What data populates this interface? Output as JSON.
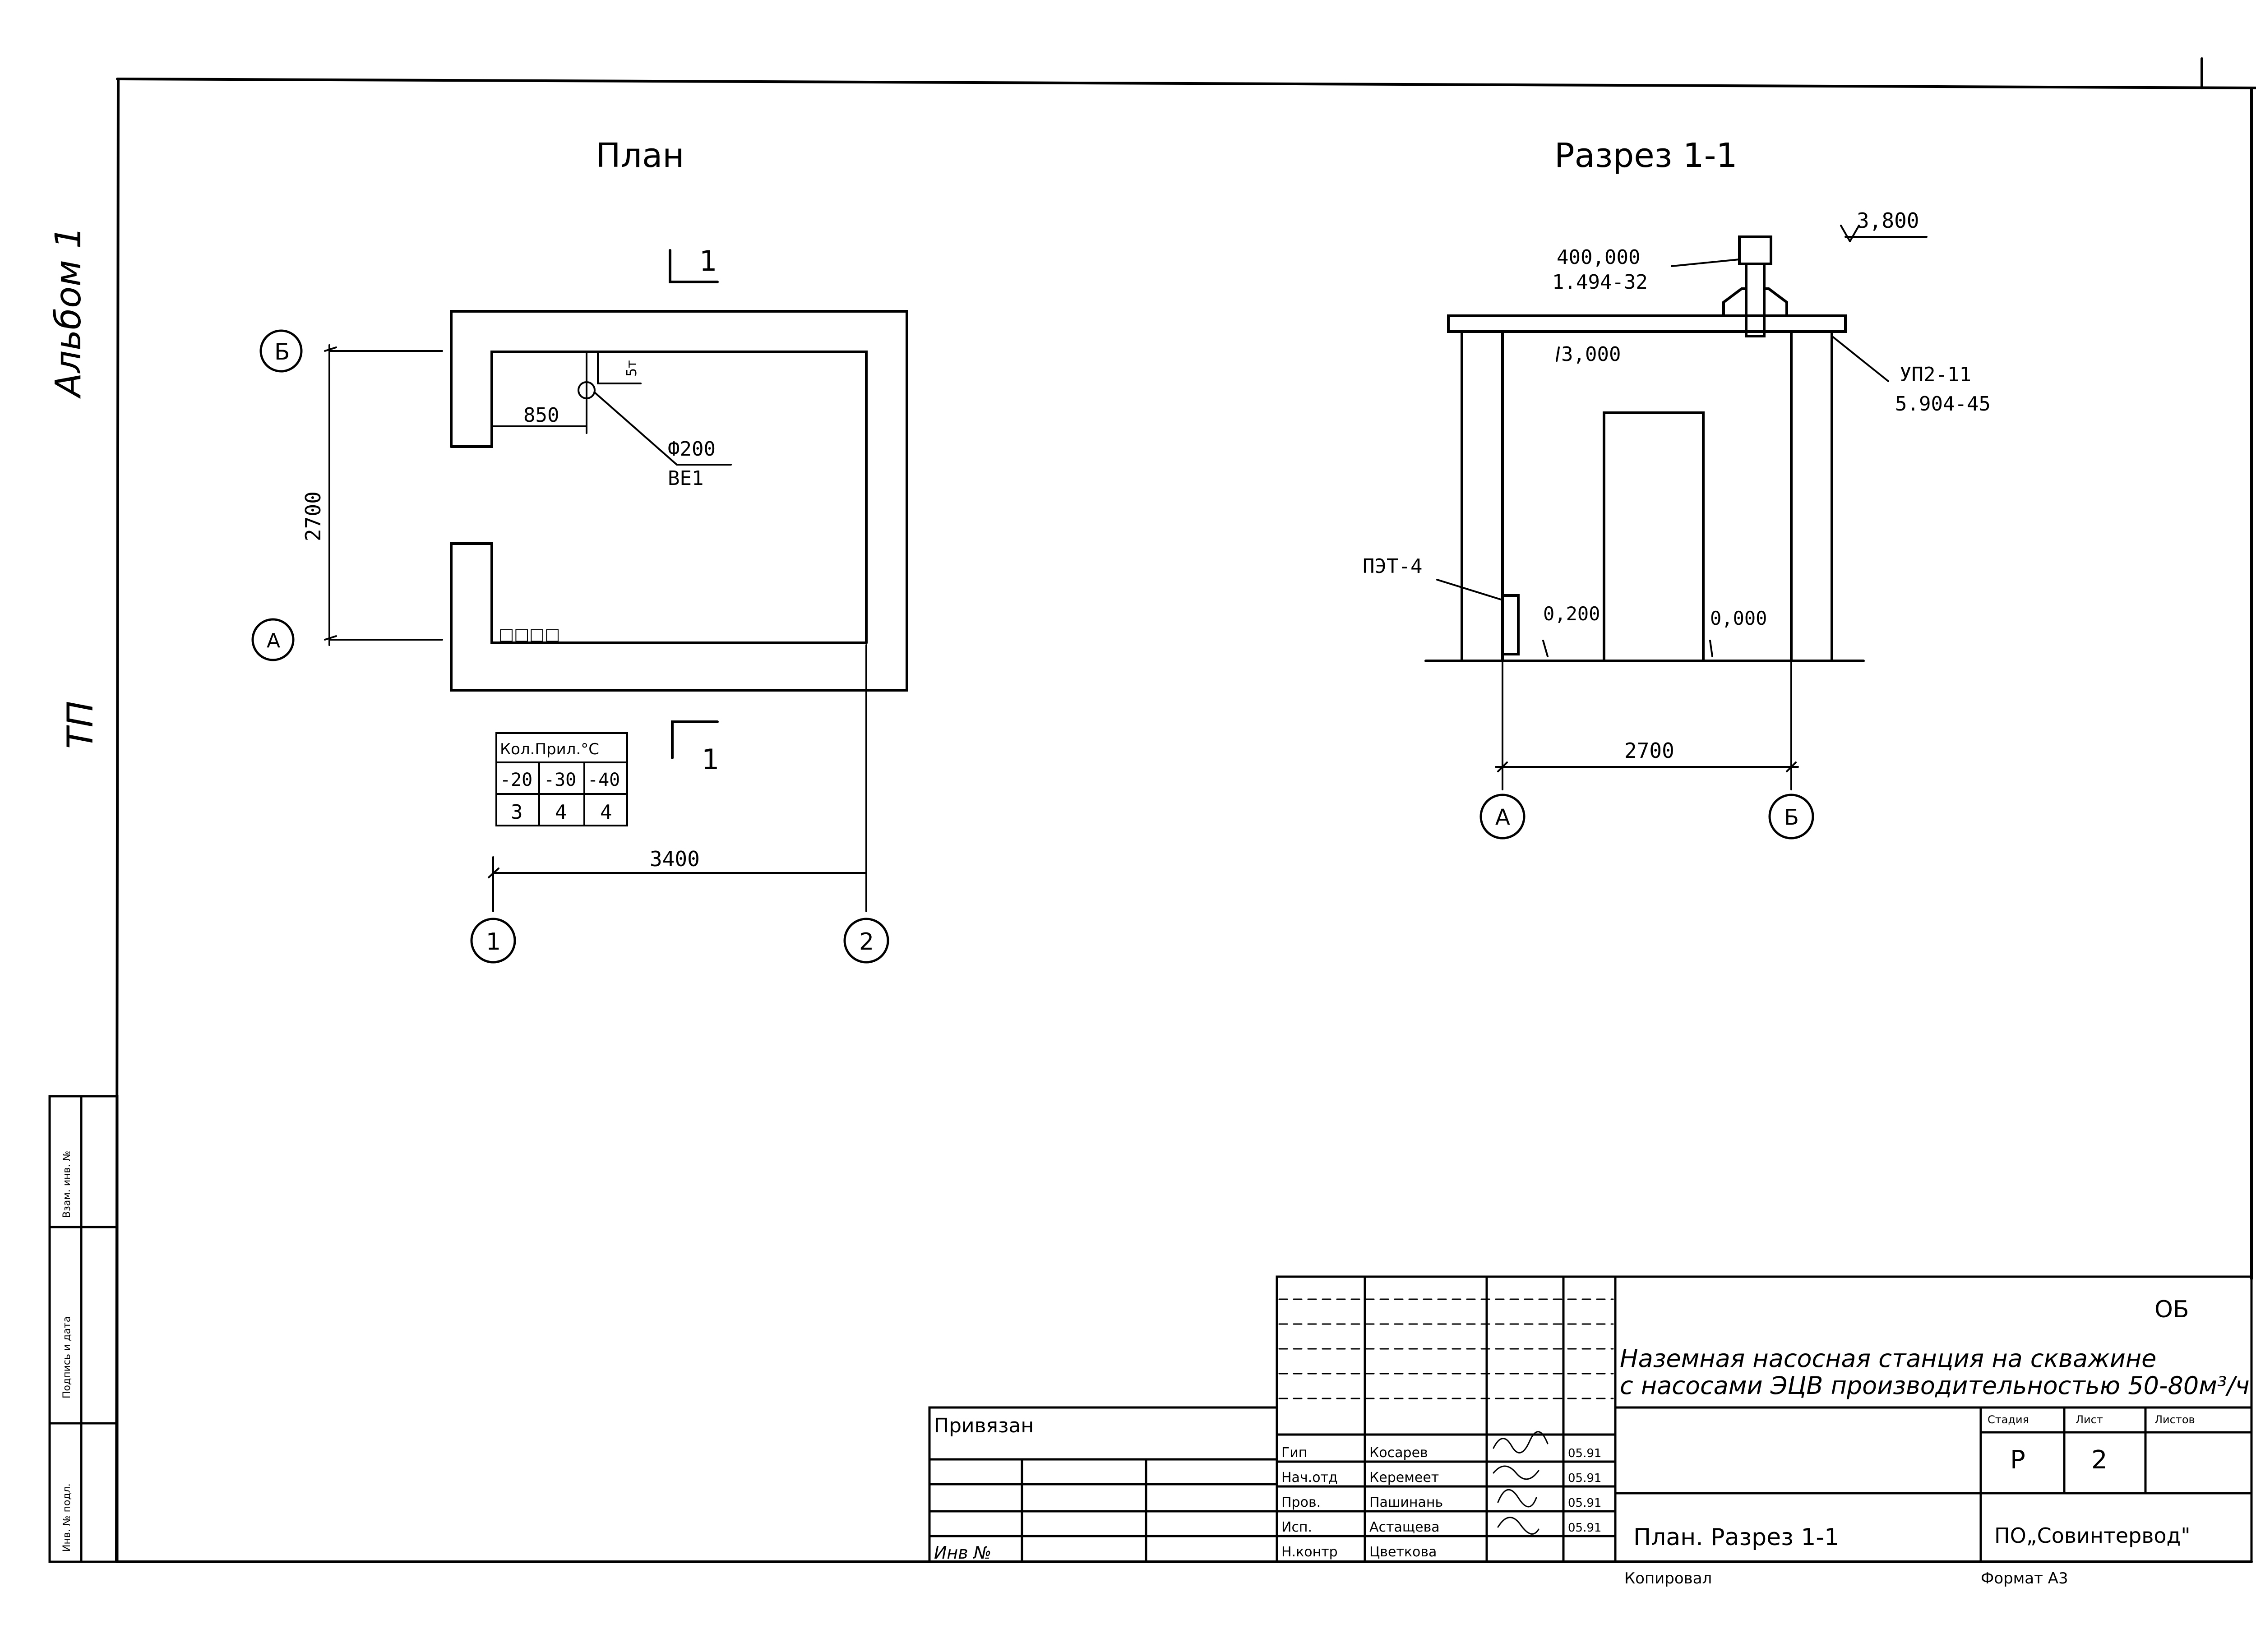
{
  "margin_notes": {
    "album": "Альбом 1",
    "tp": "ТП"
  },
  "plan": {
    "title": "План",
    "section_mark_top": "1",
    "section_mark_bottom": "1",
    "axis_b": "Б",
    "axis_a": "А",
    "axis_1": "1",
    "axis_2": "2",
    "dim_2700": "2700",
    "dim_850": "850",
    "dim_3400": "3400",
    "pipe_d": "Ф200",
    "pipe_code": "ВЕ1",
    "pipe_mark": "5т",
    "radiators": "□□□□",
    "table": {
      "header": "Кол.Прил.°С",
      "temps": [
        "-20",
        "-30",
        "-40"
      ],
      "counts": [
        "3",
        "4",
        "4"
      ]
    }
  },
  "section": {
    "title": "Разрез 1-1",
    "level_top": "3,800",
    "ref_1": "400,000",
    "ref_1b": "1.494-32",
    "level_ceiling": "3,000",
    "slab_1": "УП2-11",
    "slab_2": "5.904-45",
    "heater": "ПЭТ-4",
    "level_heater": "0,200",
    "level_zero": "0,000",
    "dim_2700": "2700",
    "axis_a": "А",
    "axis_b": "Б"
  },
  "stamp": {
    "sheet_code": "ОБ",
    "title_line1": "Наземная насосная станция на скважине",
    "title_line2": "с насосами ЭЦВ производительностью 50-80м³/ч",
    "stage_label": "Стадия",
    "sheet_label": "Лист",
    "sheets_label": "Листов",
    "stage": "Р",
    "sheet": "2",
    "drawing_name": "План. Разрез 1-1",
    "organization": "ПО„Совинтервод\"",
    "roles": [
      "Гип",
      "Нач.отд",
      "Пров.",
      "Исп.",
      "Н.контр"
    ],
    "names": [
      "Косарев",
      "Керемеет",
      "Пашинань",
      "Астащева",
      "Цветкова"
    ],
    "dates": [
      "05.91",
      "05.91",
      "05.91",
      "05.91"
    ],
    "privyazan": "Привязан",
    "inv_no": "Инв №",
    "kopiroval": "Копировал",
    "format": "Формат А3"
  },
  "side_strip": [
    "Инв. № подл.",
    "Подпись и дата",
    "Взам. инв. №"
  ]
}
